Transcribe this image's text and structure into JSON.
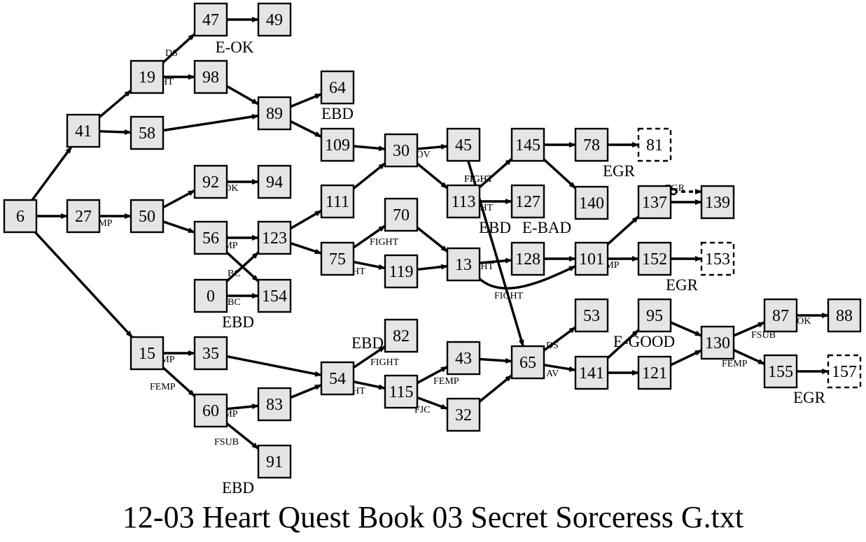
{
  "title": "12-03 Heart Quest Book 03 Secret Sorceress G.txt",
  "nodes": [
    {
      "id": "6",
      "label": "6"
    },
    {
      "id": "41",
      "label": "41"
    },
    {
      "id": "27",
      "label": "27"
    },
    {
      "id": "15",
      "label": "15"
    },
    {
      "id": "19",
      "label": "19"
    },
    {
      "id": "58",
      "label": "58"
    },
    {
      "id": "50",
      "label": "50"
    },
    {
      "id": "47",
      "label": "47"
    },
    {
      "id": "49",
      "label": "49"
    },
    {
      "id": "98",
      "label": "98"
    },
    {
      "id": "92",
      "label": "92"
    },
    {
      "id": "94",
      "label": "94"
    },
    {
      "id": "56",
      "label": "56"
    },
    {
      "id": "0",
      "label": "0"
    },
    {
      "id": "89",
      "label": "89"
    },
    {
      "id": "64",
      "label": "64"
    },
    {
      "id": "109",
      "label": "109"
    },
    {
      "id": "123",
      "label": "123"
    },
    {
      "id": "154",
      "label": "154"
    },
    {
      "id": "111",
      "label": "111"
    },
    {
      "id": "75",
      "label": "75"
    },
    {
      "id": "30",
      "label": "30"
    },
    {
      "id": "70",
      "label": "70"
    },
    {
      "id": "119",
      "label": "119"
    },
    {
      "id": "45",
      "label": "45"
    },
    {
      "id": "113",
      "label": "113"
    },
    {
      "id": "13",
      "label": "13"
    },
    {
      "id": "145",
      "label": "145"
    },
    {
      "id": "127",
      "label": "127"
    },
    {
      "id": "128",
      "label": "128"
    },
    {
      "id": "78",
      "label": "78"
    },
    {
      "id": "81",
      "label": "81",
      "dashed": true
    },
    {
      "id": "140",
      "label": "140"
    },
    {
      "id": "101",
      "label": "101"
    },
    {
      "id": "137",
      "label": "137"
    },
    {
      "id": "139",
      "label": "139"
    },
    {
      "id": "152",
      "label": "152"
    },
    {
      "id": "153",
      "label": "153",
      "dashed": true
    },
    {
      "id": "35",
      "label": "35"
    },
    {
      "id": "60",
      "label": "60"
    },
    {
      "id": "83",
      "label": "83"
    },
    {
      "id": "91",
      "label": "91"
    },
    {
      "id": "54",
      "label": "54"
    },
    {
      "id": "82",
      "label": "82"
    },
    {
      "id": "115",
      "label": "115"
    },
    {
      "id": "43",
      "label": "43"
    },
    {
      "id": "32",
      "label": "32"
    },
    {
      "id": "65",
      "label": "65"
    },
    {
      "id": "53",
      "label": "53"
    },
    {
      "id": "141",
      "label": "141"
    },
    {
      "id": "95",
      "label": "95"
    },
    {
      "id": "121",
      "label": "121"
    },
    {
      "id": "130",
      "label": "130"
    },
    {
      "id": "87",
      "label": "87"
    },
    {
      "id": "88",
      "label": "88"
    },
    {
      "id": "155",
      "label": "155"
    },
    {
      "id": "157",
      "label": "157",
      "dashed": true
    }
  ],
  "edges": [
    {
      "from": "6",
      "to": "41"
    },
    {
      "from": "6",
      "to": "27"
    },
    {
      "from": "6",
      "to": "15"
    },
    {
      "from": "41",
      "to": "19"
    },
    {
      "from": "41",
      "to": "58"
    },
    {
      "from": "19",
      "to": "47",
      "label": "DS"
    },
    {
      "from": "19",
      "to": "98",
      "label": "FLIGHT"
    },
    {
      "from": "47",
      "to": "49"
    },
    {
      "from": "98",
      "to": "89"
    },
    {
      "from": "58",
      "to": "89"
    },
    {
      "from": "27",
      "to": "50",
      "label": "FEMP"
    },
    {
      "from": "50",
      "to": "92"
    },
    {
      "from": "50",
      "to": "56"
    },
    {
      "from": "92",
      "to": "94",
      "label": "E-OK"
    },
    {
      "from": "56",
      "to": "123",
      "label": "FEMP"
    },
    {
      "from": "56",
      "to": "154"
    },
    {
      "from": "0",
      "to": "123",
      "label": "BC"
    },
    {
      "from": "0",
      "to": "154",
      "label": "BC"
    },
    {
      "from": "89",
      "to": "64"
    },
    {
      "from": "89",
      "to": "109"
    },
    {
      "from": "109",
      "to": "30"
    },
    {
      "from": "123",
      "to": "111"
    },
    {
      "from": "123",
      "to": "75"
    },
    {
      "from": "111",
      "to": "30"
    },
    {
      "from": "30",
      "to": "45",
      "label": "LOV"
    },
    {
      "from": "30",
      "to": "113"
    },
    {
      "from": "75",
      "to": "70",
      "label": "FIGHT"
    },
    {
      "from": "75",
      "to": "119",
      "label": "FLIGHT"
    },
    {
      "from": "70",
      "to": "13"
    },
    {
      "from": "119",
      "to": "13"
    },
    {
      "from": "45",
      "to": "65",
      "label": "FIGHT"
    },
    {
      "from": "113",
      "to": "145",
      "label": "FIGHT"
    },
    {
      "from": "113",
      "to": "127",
      "label": "FIGHT"
    },
    {
      "from": "13",
      "to": "128",
      "label": "FIGHT"
    },
    {
      "from": "13",
      "to": "101",
      "label": "FIGHT"
    },
    {
      "from": "145",
      "to": "78"
    },
    {
      "from": "145",
      "to": "140"
    },
    {
      "from": "78",
      "to": "81"
    },
    {
      "from": "128",
      "to": "101"
    },
    {
      "from": "101",
      "to": "137"
    },
    {
      "from": "101",
      "to": "152",
      "label": "FEMP"
    },
    {
      "from": "137",
      "to": "139",
      "label": "EGR",
      "dashed": true
    },
    {
      "from": "137",
      "to": "139"
    },
    {
      "from": "152",
      "to": "153"
    },
    {
      "from": "15",
      "to": "35",
      "label": "FEMP"
    },
    {
      "from": "15",
      "to": "60",
      "label": "FEMP"
    },
    {
      "from": "35",
      "to": "54"
    },
    {
      "from": "60",
      "to": "83",
      "label": "FEMP"
    },
    {
      "from": "60",
      "to": "91",
      "label": "FSUB"
    },
    {
      "from": "83",
      "to": "54"
    },
    {
      "from": "54",
      "to": "82",
      "label": "FIGHT"
    },
    {
      "from": "54",
      "to": "115",
      "label": "FLIGHT"
    },
    {
      "from": "115",
      "to": "43",
      "label": "FEMP"
    },
    {
      "from": "115",
      "to": "32",
      "label": "FJC"
    },
    {
      "from": "43",
      "to": "65"
    },
    {
      "from": "32",
      "to": "65"
    },
    {
      "from": "65",
      "to": "53",
      "label": "DS"
    },
    {
      "from": "65",
      "to": "141",
      "label": "AV"
    },
    {
      "from": "141",
      "to": "95"
    },
    {
      "from": "141",
      "to": "121"
    },
    {
      "from": "95",
      "to": "130"
    },
    {
      "from": "121",
      "to": "130"
    },
    {
      "from": "130",
      "to": "87",
      "label": "FSUB"
    },
    {
      "from": "130",
      "to": "155",
      "label": "FEMP"
    },
    {
      "from": "87",
      "to": "88",
      "label": "E-OK"
    },
    {
      "from": "155",
      "to": "157"
    }
  ],
  "node_tags": [
    {
      "node": "47",
      "text": "E-OK"
    },
    {
      "node": "64",
      "text": "EBD"
    },
    {
      "node": "0",
      "text": "EBD"
    },
    {
      "node": "113",
      "text": "EBD"
    },
    {
      "node": "127",
      "text": "E-BAD"
    },
    {
      "node": "78",
      "text": "EGR"
    },
    {
      "node": "152",
      "text": "EGR"
    },
    {
      "node": "82",
      "text": "EBD"
    },
    {
      "node": "91",
      "text": "EBD"
    },
    {
      "node": "95",
      "text": "E-GOOD"
    },
    {
      "node": "155",
      "text": "EGR"
    }
  ]
}
